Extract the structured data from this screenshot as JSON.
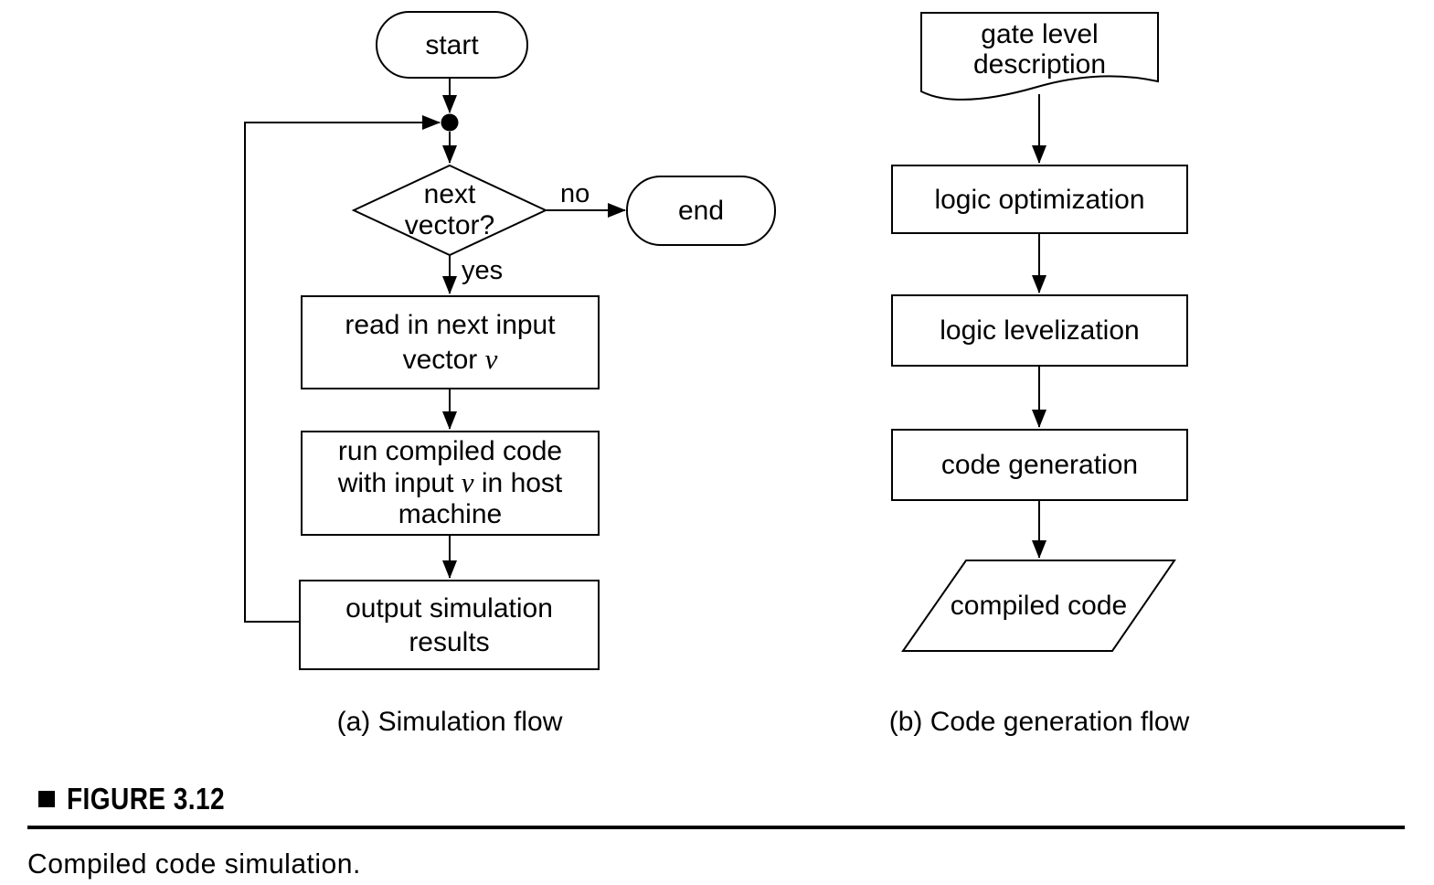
{
  "figure": {
    "label": "FIGURE 3.12",
    "caption": "Compiled code simulation."
  },
  "flow_a": {
    "caption": "(a) Simulation flow",
    "start_label": "start",
    "end_label": "end",
    "decision": {
      "line1": "next",
      "line2": "vector?"
    },
    "no_label": "no",
    "yes_label": "yes",
    "read_box": {
      "line1": "read in next input",
      "line2_prefix": "vector ",
      "variable": "v"
    },
    "run_box": {
      "line1": "run compiled code",
      "line2_prefix": "with input ",
      "variable": "v",
      "line2_suffix": " in host",
      "line3": "machine"
    },
    "output_box": {
      "line1": "output simulation",
      "line2": "results"
    }
  },
  "flow_b": {
    "caption": "(b) Code generation flow",
    "input_doc": {
      "line1": "gate level",
      "line2": "description"
    },
    "steps": [
      "logic optimization",
      "logic levelization",
      "code generation"
    ],
    "output_label": "compiled code"
  },
  "colors": {
    "ink": "#000000",
    "background": "#ffffff"
  }
}
